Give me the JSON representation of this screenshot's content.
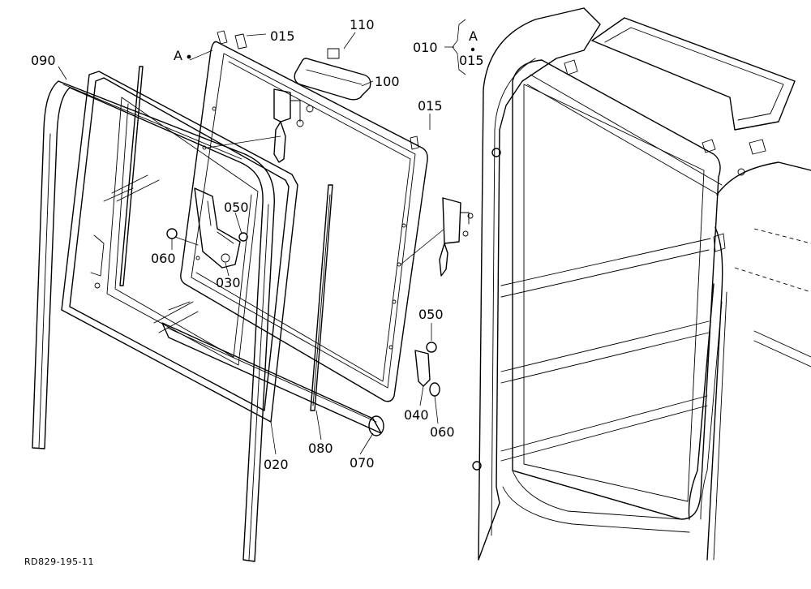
{
  "drawing_ref": "RD829-195-11",
  "callouts": {
    "c090": "090",
    "cA_dot": "A",
    "c015_top": "015",
    "c110": "110",
    "c100": "100",
    "c015_right": "015",
    "c050_upper": "050",
    "c060_left": "060",
    "c030": "030",
    "c050_lower": "050",
    "c040": "040",
    "c060_lower": "060",
    "c020": "020",
    "c080": "080",
    "c070": "070"
  },
  "group_note": {
    "code": "010",
    "member_a": "A",
    "member_b": "015"
  }
}
